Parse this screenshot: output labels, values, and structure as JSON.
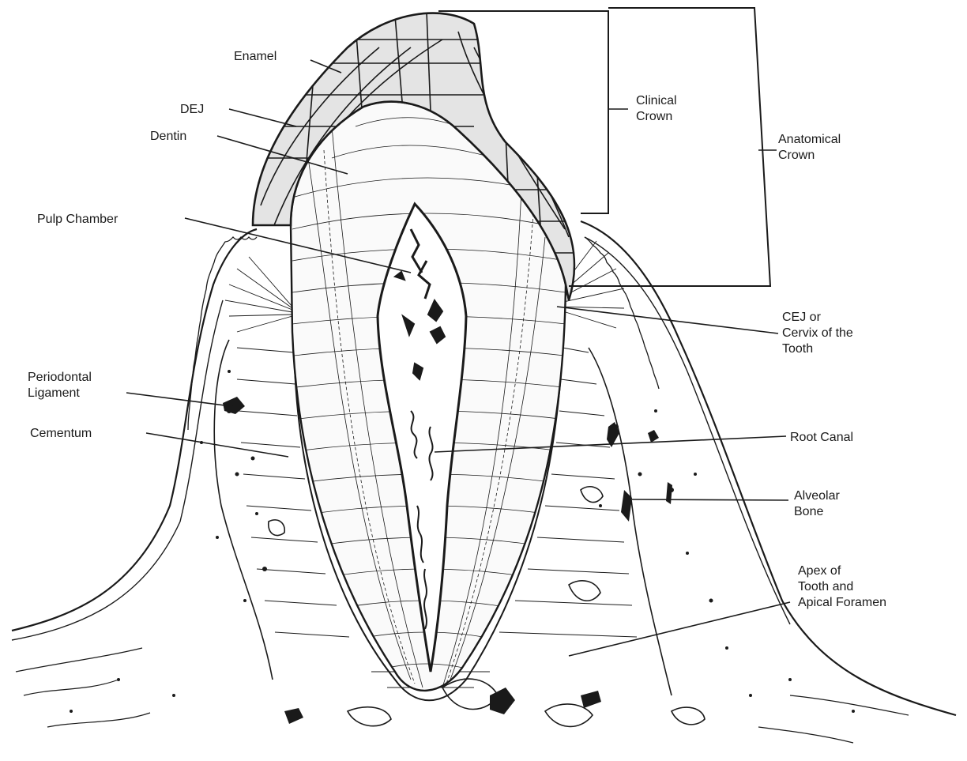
{
  "labels": {
    "enamel": "Enamel",
    "dej": "DEJ",
    "dentin": "Dentin",
    "pulp_chamber": "Pulp Chamber",
    "periodontal_ligament": [
      "Periodontal",
      "Ligament"
    ],
    "cementum": "Cementum",
    "clinical_crown": [
      "Clinical",
      "Crown"
    ],
    "anatomical_crown": [
      "Anatomical",
      "Crown"
    ],
    "cej": [
      "CEJ or",
      "Cervix of the",
      "Tooth"
    ],
    "root_canal": "Root Canal",
    "alveolar_bone": [
      "Alveolar",
      "Bone"
    ],
    "apex": [
      "Apex of",
      "Tooth and",
      "Apical Foramen"
    ]
  },
  "colors": {
    "ink": "#1a1a1a",
    "background": "#ffffff",
    "enamel_tint": "#e4e4e4"
  }
}
